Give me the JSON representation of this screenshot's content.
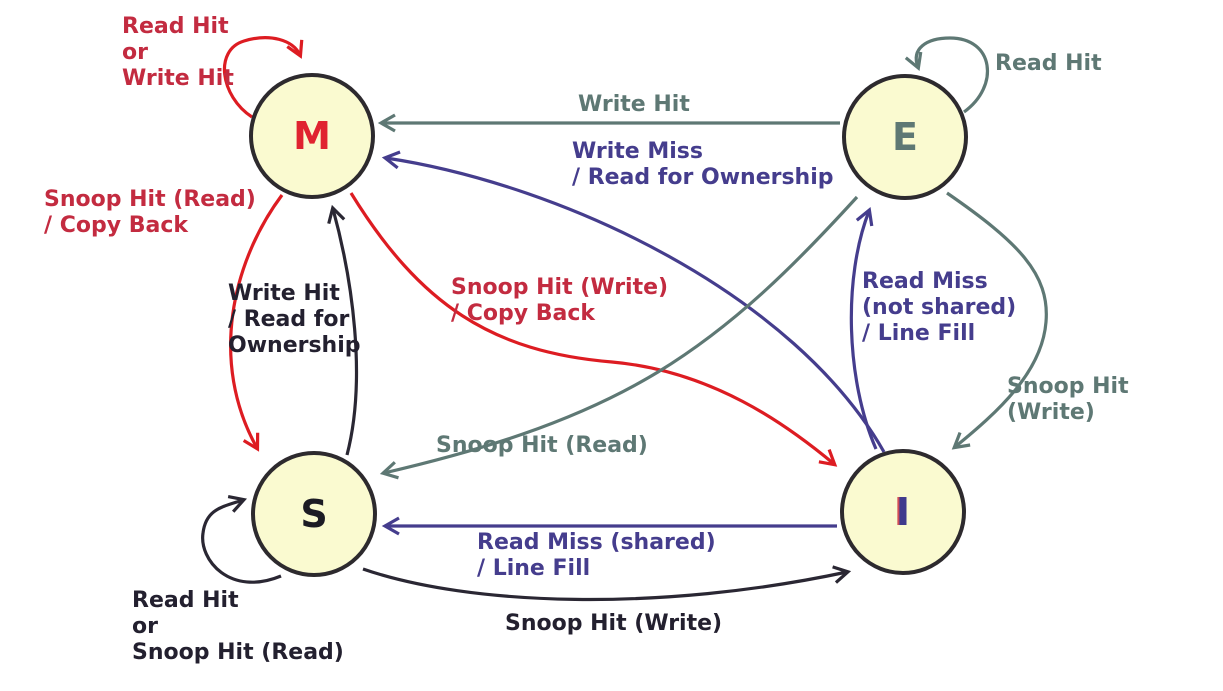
{
  "diagram_type": "state-machine",
  "protocol_states": {
    "m": "M",
    "e": "E",
    "s": "S",
    "i": "I"
  },
  "transitions": {
    "m_self": "Read Hit\nor\nWrite Hit",
    "e_to_m": "Write Hit",
    "i_to_m": "Write Miss\n/ Read for Ownership",
    "e_self": "Read Hit",
    "m_to_s": "Snoop Hit (Read)\n/ Copy Back",
    "s_to_m": "Write Hit\n/ Read for\nOwnership",
    "m_to_i": "Snoop Hit (Write)\n/ Copy Back",
    "i_to_e": "Read Miss\n(not shared)\n/ Line Fill",
    "e_to_i": "Snoop Hit (Write)",
    "e_to_s": "Snoop Hit (Read)",
    "s_self": "Read Hit\nor\nSnoop Hit (Read)",
    "i_to_s": "Read Miss (shared)\n/ Line Fill",
    "s_to_i": "Snoop Hit (Write)"
  },
  "colors": {
    "red_label": "#c32b40",
    "red_arrow": "#dd1c22",
    "teal": "#5e7874",
    "purple": "#453d8d",
    "black": "#23202f",
    "node_fill": "#FAFAD0",
    "node_border": "#2d2a2e",
    "letter_m": "#e02330",
    "letter_e": "#5e7874",
    "letter_s": "#1c1b24",
    "letter_i": "#3f3a8d"
  }
}
